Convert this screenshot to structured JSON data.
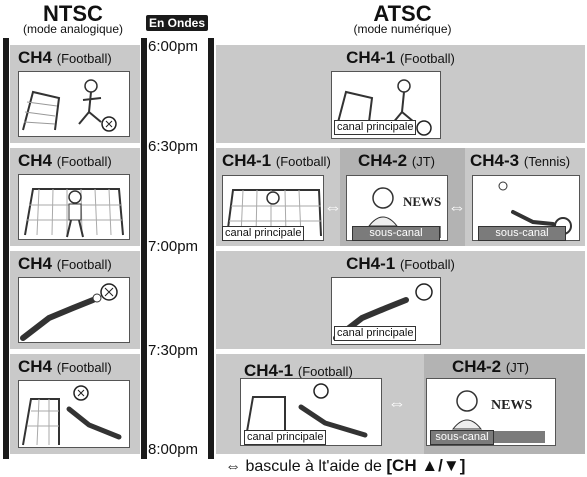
{
  "header": {
    "ntsc_title": "NTSC",
    "ntsc_sub": "(mode analogique)",
    "onair": "En Ondes",
    "atsc_title": "ATSC",
    "atsc_sub": "(mode numérique)"
  },
  "times": [
    "6:00pm",
    "6:30pm",
    "7:00pm",
    "7:30pm",
    "8:00pm"
  ],
  "ntsc_rows": [
    {
      "ch": "CH4",
      "prog": "(Football)"
    },
    {
      "ch": "CH4",
      "prog": "(Football)"
    },
    {
      "ch": "CH4",
      "prog": "(Football)"
    },
    {
      "ch": "CH4",
      "prog": "(Football)"
    }
  ],
  "atsc": {
    "row1": {
      "ch": "CH4-1",
      "prog": "(Football)",
      "label": "canal principale"
    },
    "row2": [
      {
        "ch": "CH4-1",
        "prog": "(Football)",
        "label": "canal principale"
      },
      {
        "ch": "CH4-2",
        "prog": "(JT)",
        "label": "sous-canal",
        "news": "NEWS"
      },
      {
        "ch": "CH4-3",
        "prog": "(Tennis)",
        "label": "sous-canal"
      }
    ],
    "row3": {
      "ch": "CH4-1",
      "prog": "(Football)",
      "label": "canal principale"
    },
    "row4": [
      {
        "ch": "CH4-1",
        "prog": "(Football)",
        "label": "canal principale"
      },
      {
        "ch": "CH4-2",
        "prog": "(JT)",
        "label": "sous-canal",
        "news": "NEWS"
      }
    ]
  },
  "footer": {
    "arrow": "⇔",
    "text": "bascule à lt'aide de",
    "keys": "[CH ▲/▼]"
  }
}
